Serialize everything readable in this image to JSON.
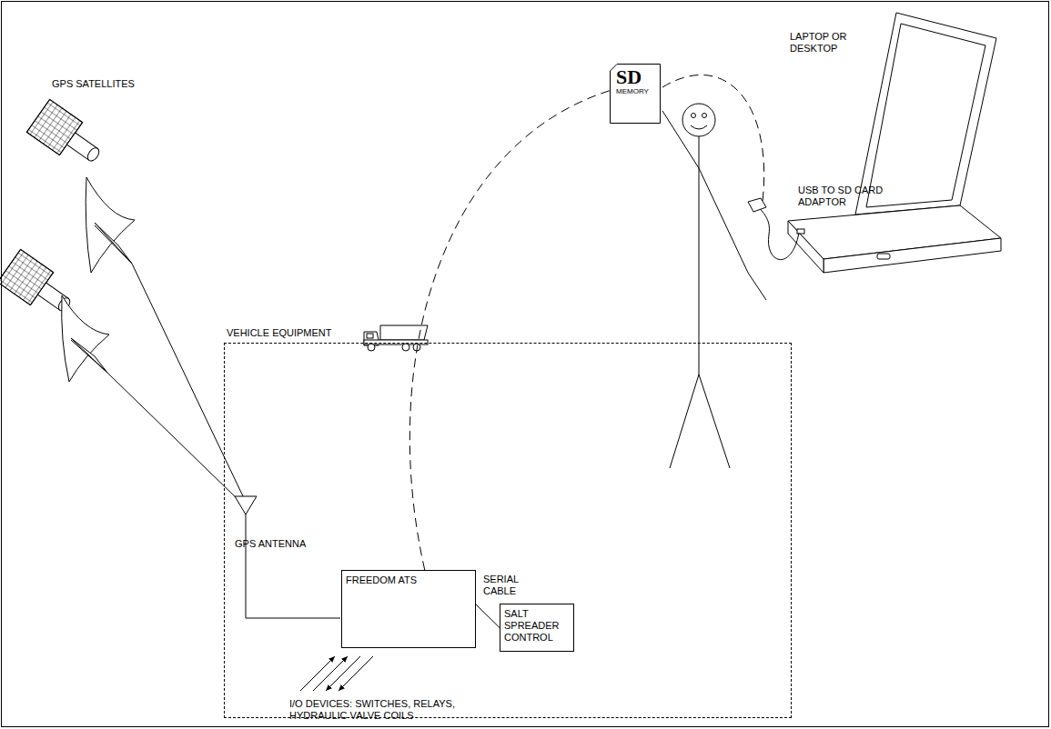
{
  "diagram": {
    "nodes": [
      {
        "text": [
          "VEHICLE EQUIPMENT"
        ]
      },
      {
        "text": [
          "FREEDOM ATS"
        ],
        "in": 0
      },
      {
        "text": [
          "SALT SPREADER CONTROL"
        ],
        "in": 0
      },
      {
        "text": [
          "SD",
          "MEMORY"
        ]
      }
    ],
    "edges": [
      {
        "from": 1,
        "to": 2,
        "arrow": "none",
        "label": "SERIAL CABLE"
      },
      {
        "from": 1,
        "to": 3,
        "arrow": "none"
      }
    ],
    "labels": [
      "GPS SATELLITES",
      "GPS ANTENNA",
      "I/O DEVICES: SWITCHES, RELAYS, HYDRAULIC VALVE COILS",
      "LAPTOP OR DESKTOP",
      "USB TO SD CARD ADAPTOR"
    ]
  }
}
